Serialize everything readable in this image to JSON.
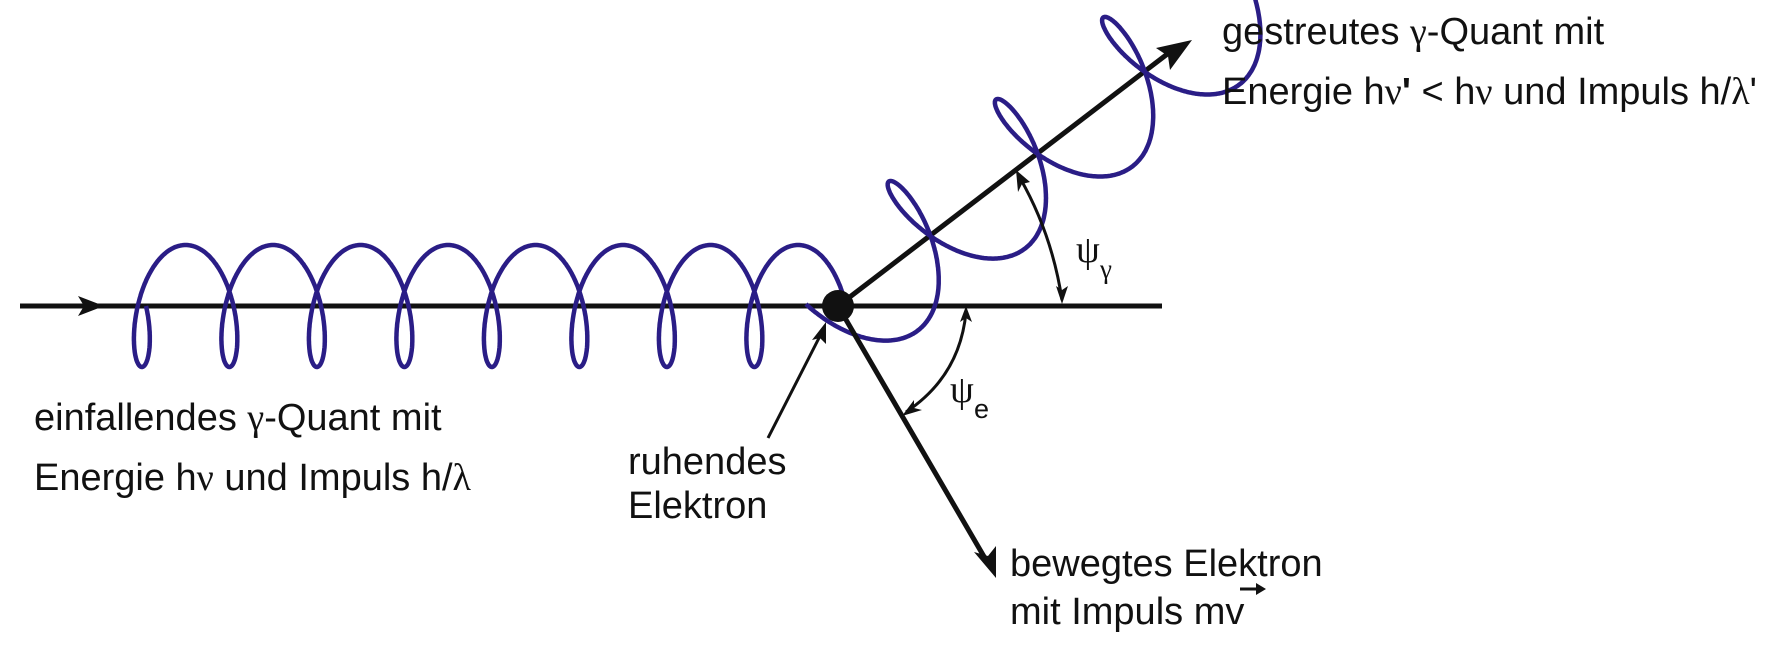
{
  "colors": {
    "line": "#111111",
    "wave": "#2a1d86",
    "background": "#ffffff"
  },
  "labels": {
    "incident": {
      "line1_pre": "einfallendes ",
      "line1_greek": "γ",
      "line1_post": "-Quant mit",
      "line2_pre": "Energie h",
      "line2_greek1": "ν",
      "line2_mid": " und Impuls h/",
      "line2_greek2": "λ"
    },
    "electron_rest": {
      "line1": "ruhendes",
      "line2": "Elektron"
    },
    "scattered": {
      "line1_pre": "gestreutes ",
      "line1_greek": "γ",
      "line1_post": "-Quant mit",
      "line2_pre": "Energie h",
      "line2_greek1": "ν",
      "line2_prime": "'",
      "line2_lt": " < h",
      "line2_greek2": "ν",
      "line2_mid": " und Impuls h/",
      "line2_greek3": "λ",
      "line2_prime2": "'"
    },
    "electron_moving": {
      "line1": "bewegtes Elektron",
      "line2_pre": "mit Impuls m",
      "line2_v": "v"
    },
    "angle_gamma": {
      "symbol": "ψ",
      "subscript": "γ"
    },
    "angle_electron": {
      "symbol": "ψ",
      "subscript": "e"
    }
  }
}
